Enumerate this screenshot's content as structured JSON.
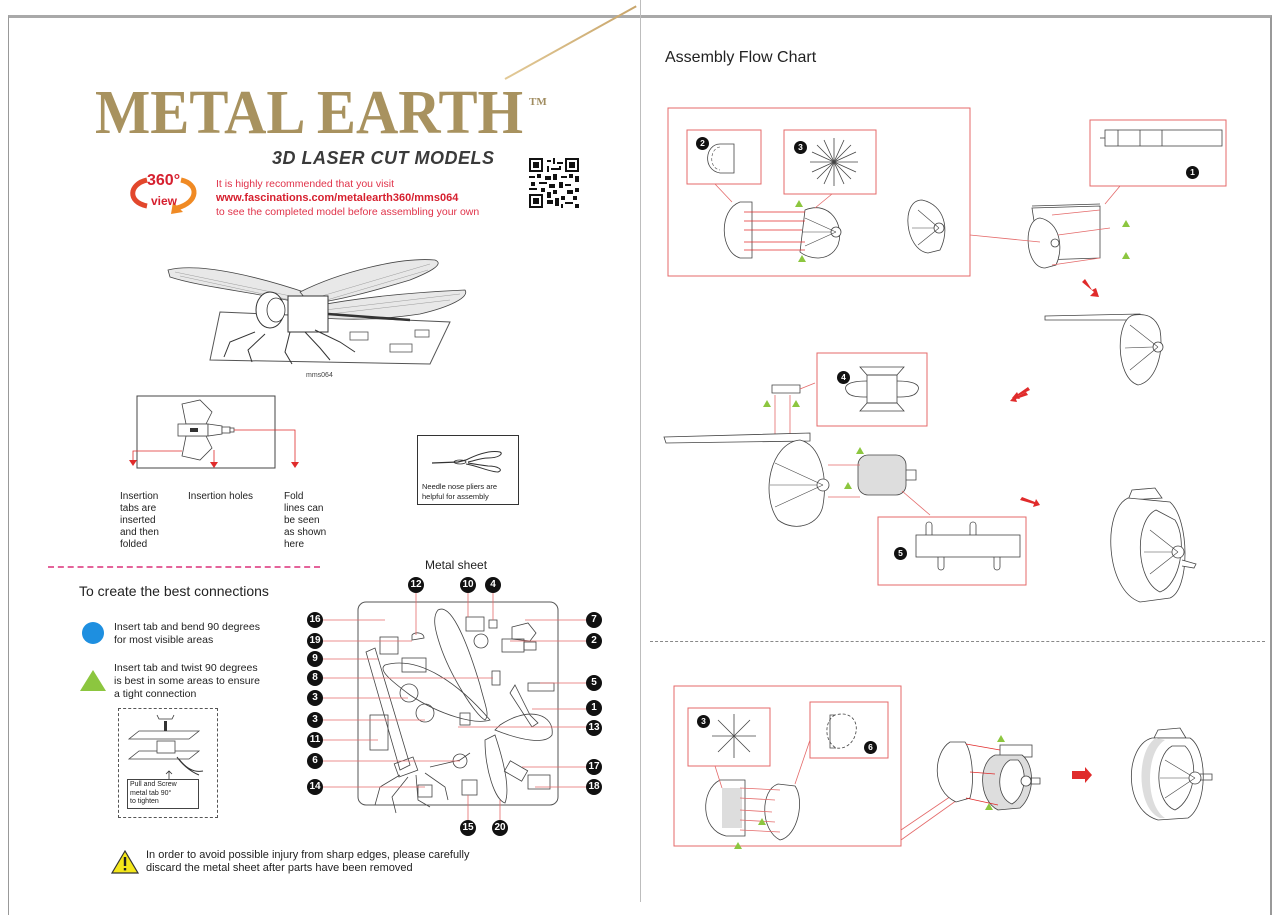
{
  "brand": {
    "logo_text": "METAL EARTH",
    "trademark": "TM",
    "tagline": "3D LASER CUT MODELS",
    "badge_number": "360°",
    "badge_word": "view"
  },
  "recommendation": {
    "line1": "It is highly recommended that you visit",
    "url": "www.fascinations.com/metalearth360/mms064",
    "line3": "to see the completed model before assembling your own"
  },
  "model": {
    "code": "mms064"
  },
  "callouts": {
    "insertion_tabs": [
      "Insertion",
      "tabs are",
      "inserted",
      "and then",
      "folded"
    ],
    "insertion_holes": "Insertion holes",
    "fold_lines": [
      "Fold",
      "lines can",
      "be seen",
      "as shown",
      "here"
    ]
  },
  "tools": {
    "pliers_line1": "Needle  nose  pliers are",
    "pliers_line2": "helpful for assembly"
  },
  "connections": {
    "title": "To create the best connections",
    "items": [
      {
        "shape": "blue-circle",
        "color": "#1e8fe0",
        "lines": [
          "Insert tab and bend 90 degrees",
          "for most visible areas"
        ]
      },
      {
        "shape": "green-triangle",
        "color": "#8cc63f",
        "lines": [
          "Insert tab and twist 90 degrees",
          "is best in some areas to ensure",
          "a tight connection"
        ]
      }
    ],
    "pull_label": [
      "Pull and Screw",
      "metal tab 90°",
      "to tighten"
    ]
  },
  "metal_sheet": {
    "title": "Metal sheet",
    "top_labels": [
      "12",
      "10",
      "4"
    ],
    "left_labels": [
      "16",
      "19",
      "9",
      "8",
      "3",
      "3",
      "11",
      "6",
      "14"
    ],
    "right_labels": [
      "7",
      "2",
      "5",
      "1",
      "13",
      "17",
      "18"
    ],
    "bottom_labels": [
      "15",
      "20"
    ]
  },
  "warning": {
    "line1": "In order to avoid possible injury from sharp edges, please carefully",
    "line2": "discard the metal sheet after parts have been removed"
  },
  "flow_chart": {
    "title": "Assembly Flow Chart",
    "step_parts": [
      "2",
      "3",
      "1",
      "4",
      "5",
      "3",
      "6"
    ]
  },
  "colors": {
    "accent_red": "#e02b2b",
    "callout_line": "#e46a6a",
    "green": "#8cc63f",
    "blue": "#1e8fe0",
    "gold": "#b7a274"
  }
}
